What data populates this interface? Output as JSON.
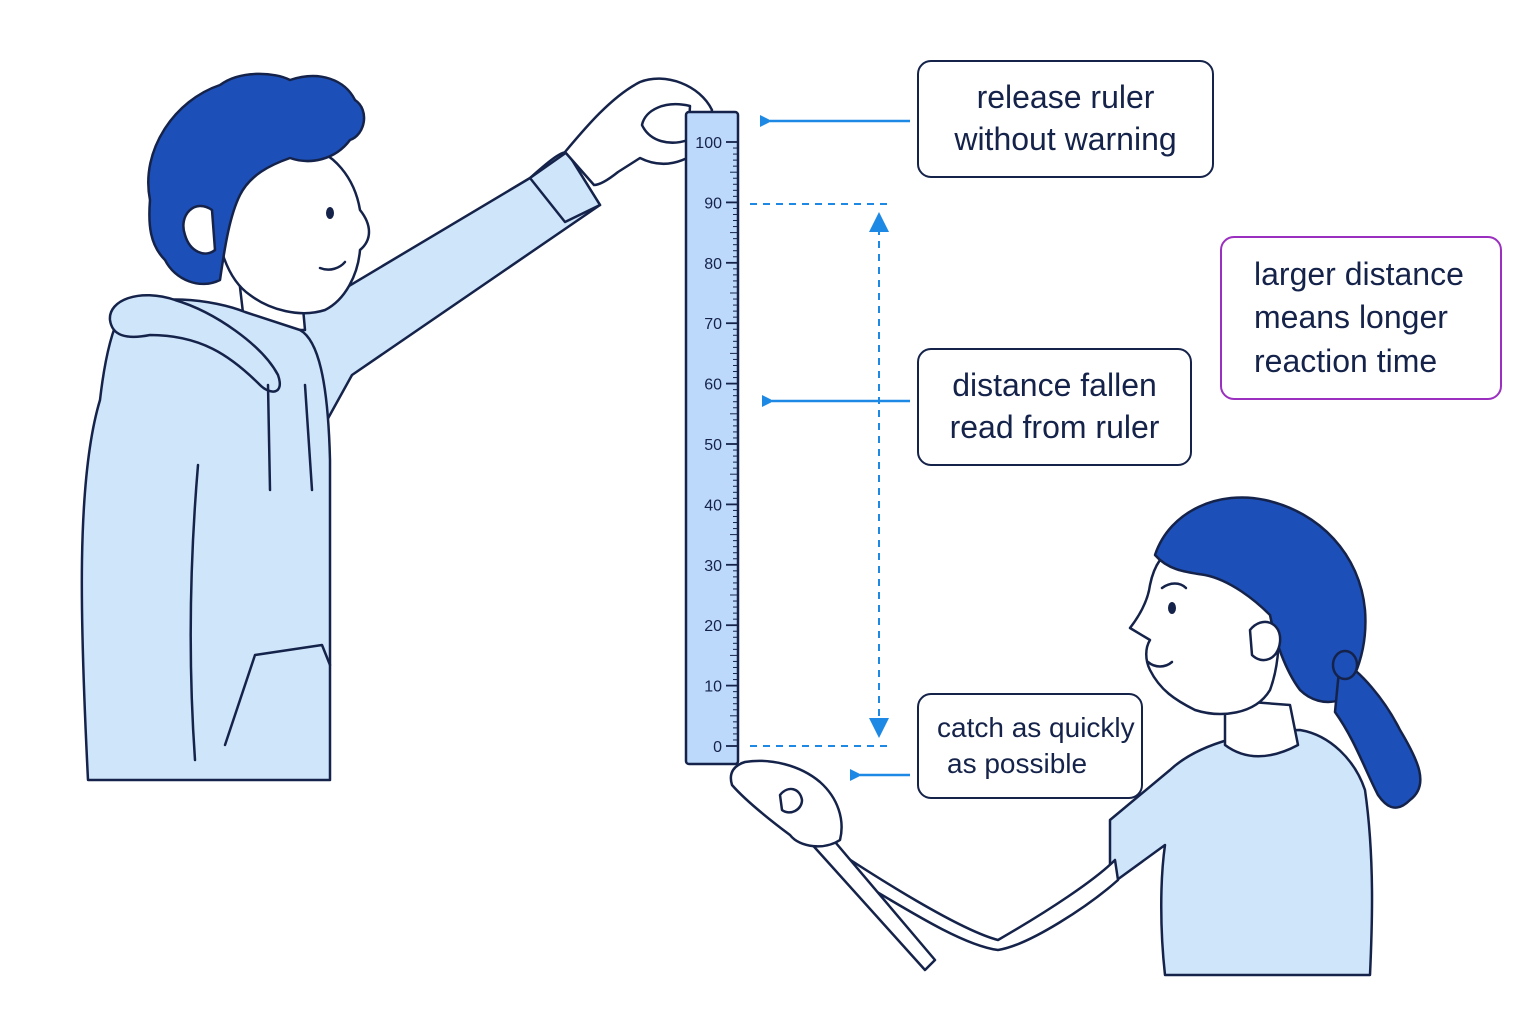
{
  "diagram": {
    "callouts": {
      "release": {
        "line1": "release ruler",
        "line2": "without warning"
      },
      "distance": {
        "line1": "distance fallen",
        "line2": "read from ruler"
      },
      "catch": {
        "line1": "catch as quickly",
        "line2": "as possible"
      },
      "larger": {
        "line1": "larger distance",
        "line2": "means longer",
        "line3": "reaction time"
      }
    },
    "ruler": {
      "min": 0,
      "max": 100,
      "major_step": 10,
      "labels": [
        "100",
        "90",
        "80",
        "70",
        "60",
        "50",
        "40",
        "30",
        "20",
        "10",
        "0"
      ]
    },
    "colors": {
      "outline": "#15234a",
      "hair": "#1c4fb8",
      "clothing": "#cfe5fa",
      "ruler_fill": "#bcd8fa",
      "arrow": "#1e88e5",
      "highlight_border": "#9b2fc0"
    },
    "icons": [
      "arrow-left-icon",
      "double-arrow-vertical-icon"
    ]
  }
}
